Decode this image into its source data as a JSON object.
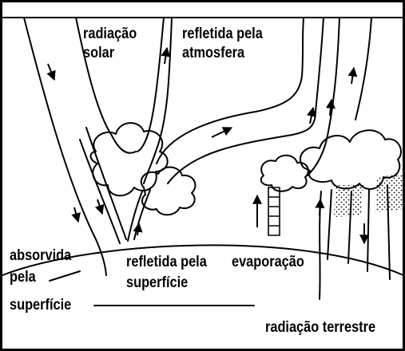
{
  "labels": {
    "solar_line1": "radiação",
    "solar_line2": "solar",
    "atmos_line1": "refletida pela",
    "atmos_line2": "atmosfera",
    "absorbed_line1": "absorvida",
    "absorbed_line2": "pela",
    "absorbed_line3": "superfície",
    "surface_line1": "refletida pela",
    "surface_line2": "superfície",
    "evaporation": "evaporação",
    "terrestrial": "radiação terrestre"
  },
  "colors": {
    "ink": "#000000",
    "background": "#ffffff"
  }
}
